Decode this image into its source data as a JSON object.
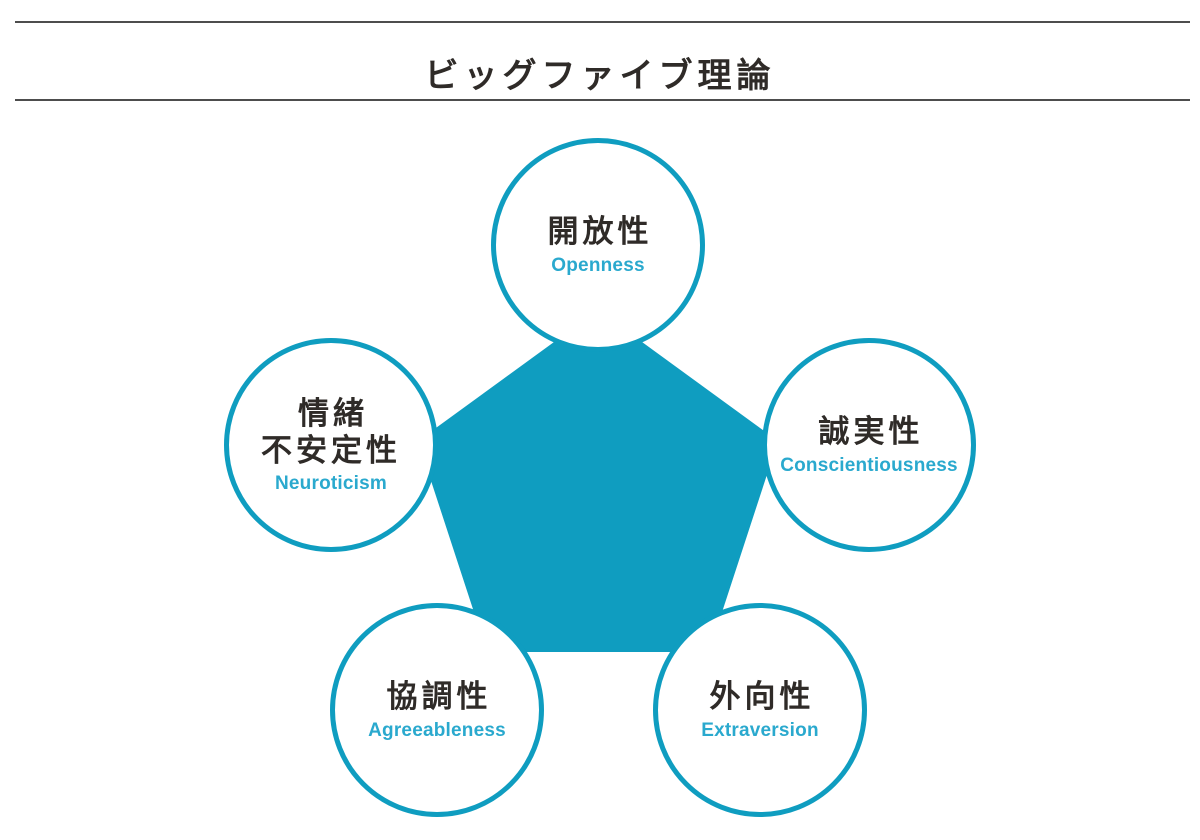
{
  "title": "ビッグファイブ理論",
  "colors": {
    "teal": "#0f9dc0",
    "teal_text": "#2aa9ce",
    "jp_text": "#2f2b28",
    "rule": "#4d4d4d"
  },
  "diagram": {
    "center_shape": "pentagon",
    "traits": [
      {
        "id": "openness",
        "position": "top",
        "jp": "開放性",
        "en": "Openness"
      },
      {
        "id": "conscientiousness",
        "position": "right",
        "jp": "誠実性",
        "en": "Conscientiousness"
      },
      {
        "id": "extraversion",
        "position": "bottom-right",
        "jp": "外向性",
        "en": "Extraversion"
      },
      {
        "id": "agreeableness",
        "position": "bottom-left",
        "jp": "協調性",
        "en": "Agreeableness"
      },
      {
        "id": "neuroticism",
        "position": "left",
        "jp_lines": [
          "情緒",
          "不安定性"
        ],
        "en": "Neuroticism"
      }
    ]
  }
}
